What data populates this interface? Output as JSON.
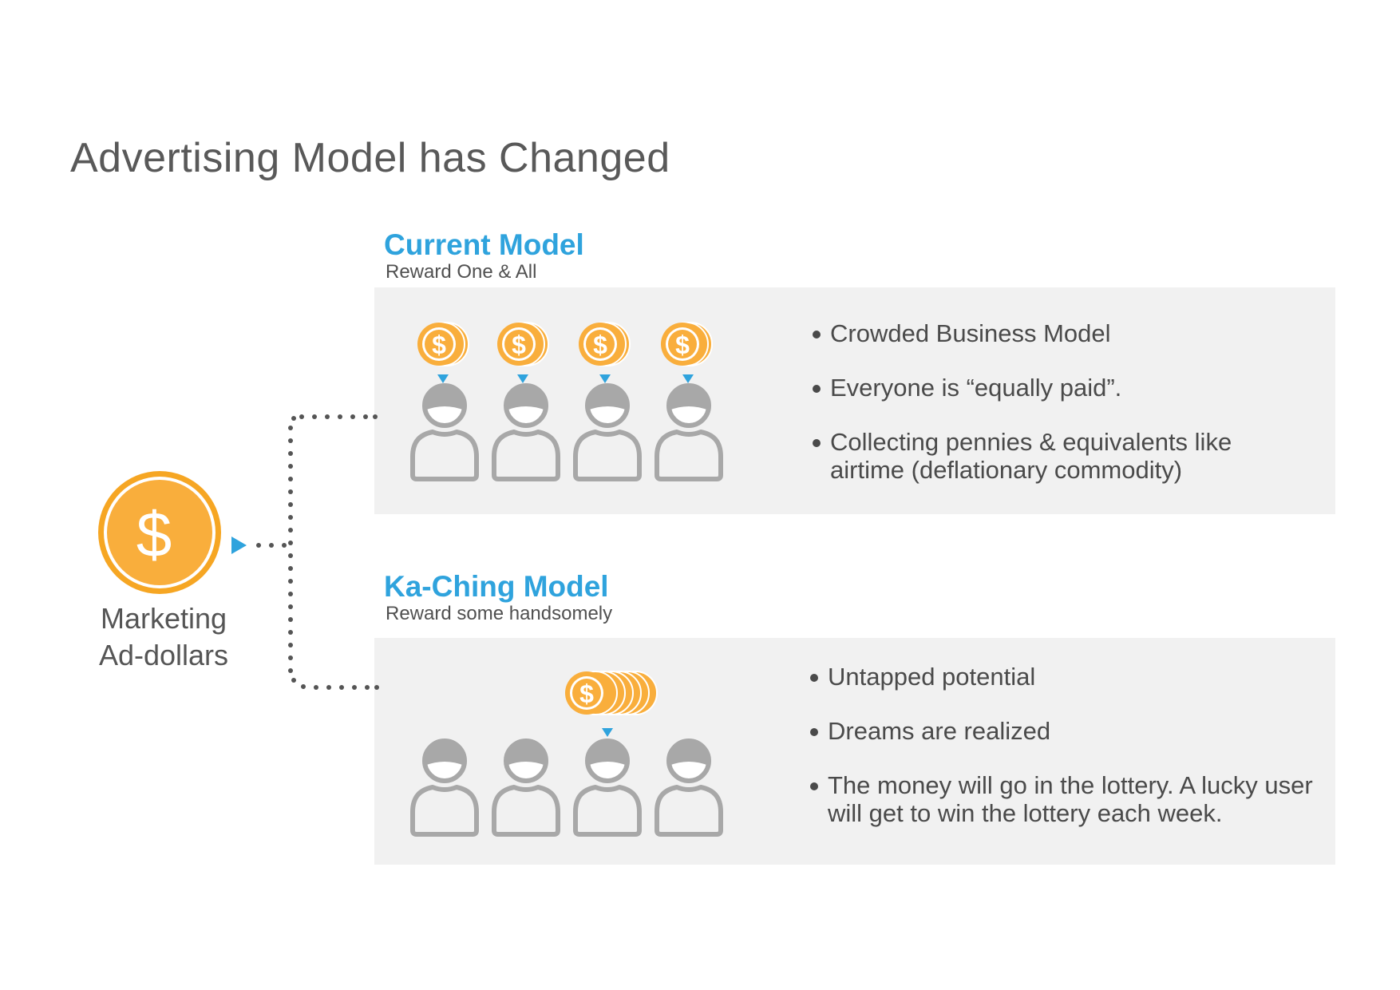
{
  "title": "Advertising Model has Changed",
  "source": {
    "line1": "Marketing",
    "line2": "Ad-dollars",
    "icon": "dollar-coin-icon"
  },
  "current_model": {
    "title": "Current Model",
    "subtitle": "Reward One & All",
    "bullets": [
      "Crowded Business Model",
      "Everyone is “equally paid”.",
      "Collecting pennies & equivalents like airtime (deflationary commodity)"
    ]
  },
  "kaching_model": {
    "title": "Ka-Ching Model",
    "subtitle": "Reward some handsomely",
    "bullets": [
      "Untapped potential",
      "Dreams are realized",
      "The money will go in the lottery. A lucky user will get to win the lottery each week."
    ]
  },
  "colors": {
    "accent_blue": "#2fa3dd",
    "coin_orange": "#f9ae3c",
    "coin_ring": "#f6a623",
    "person_gray": "#a8a8a8",
    "panel_bg": "#f1f1f1"
  }
}
